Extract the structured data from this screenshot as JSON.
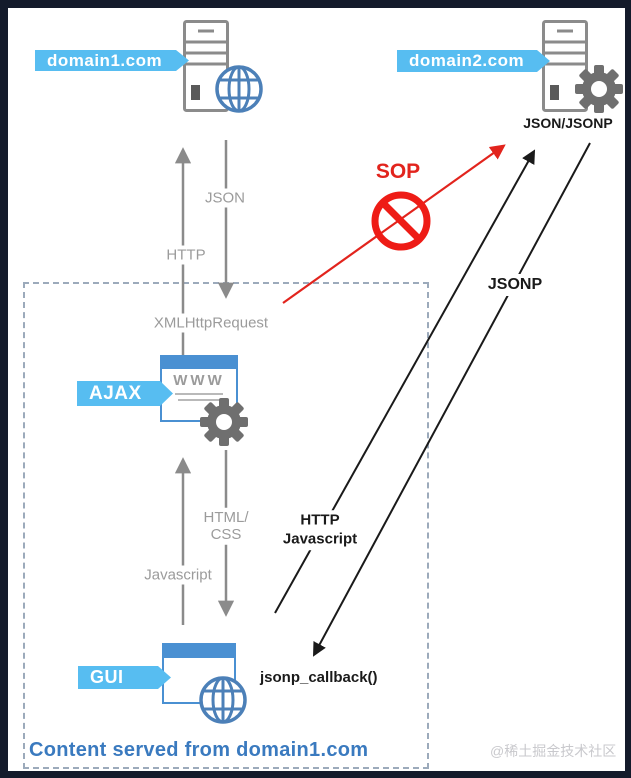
{
  "nodes": {
    "domain1": {
      "label": "domain1.com"
    },
    "domain2": {
      "label": "domain2.com",
      "caption": "JSON/JSONP"
    },
    "ajax": {
      "label": "AJAX",
      "window_text": "WWW"
    },
    "gui": {
      "label": "GUI"
    }
  },
  "flow_labels": {
    "json": "JSON",
    "http": "HTTP",
    "xmlhttprequest": "XMLHttpRequest",
    "html_line1": "HTML/",
    "html_line2": "CSS",
    "javascript": "Javascript",
    "sop": "SOP",
    "jsonp": "JSONP",
    "http_js_line1": "HTTP",
    "http_js_line2": "Javascript",
    "jsonp_callback": "jsonp_callback()"
  },
  "container": {
    "caption": "Content served from domain1.com"
  },
  "watermark": "@稀土掘金技术社区",
  "colors": {
    "banner_blue": "#57bdf1",
    "titlebar_blue": "#4a90d2",
    "globe_blue": "#4c80b8",
    "server_gray": "#8b8b8b",
    "gear_gray": "#6f6f6f",
    "arrow_gray": "#8b8b8b",
    "label_gray": "#9b9b9b",
    "diagram_black": "#1a1a1a",
    "alert_red": "#e2241d",
    "dashed_border": "#9caabb",
    "caption_blue": "#3a7abf",
    "watermark_gray": "#c9c9cd",
    "frame_navy": "#141b2b"
  }
}
